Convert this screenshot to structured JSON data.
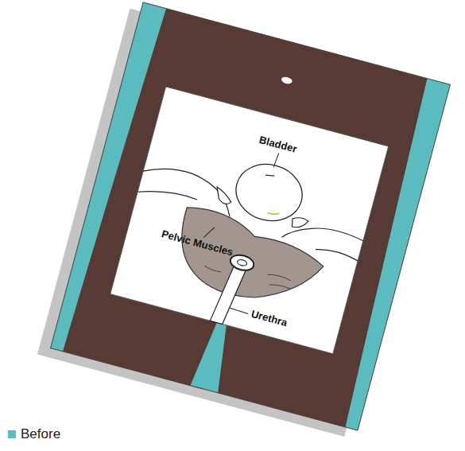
{
  "diagram": {
    "caption": "Before",
    "labels": [
      "Bladder",
      "Pelvic Muscles",
      "Urethra"
    ]
  }
}
